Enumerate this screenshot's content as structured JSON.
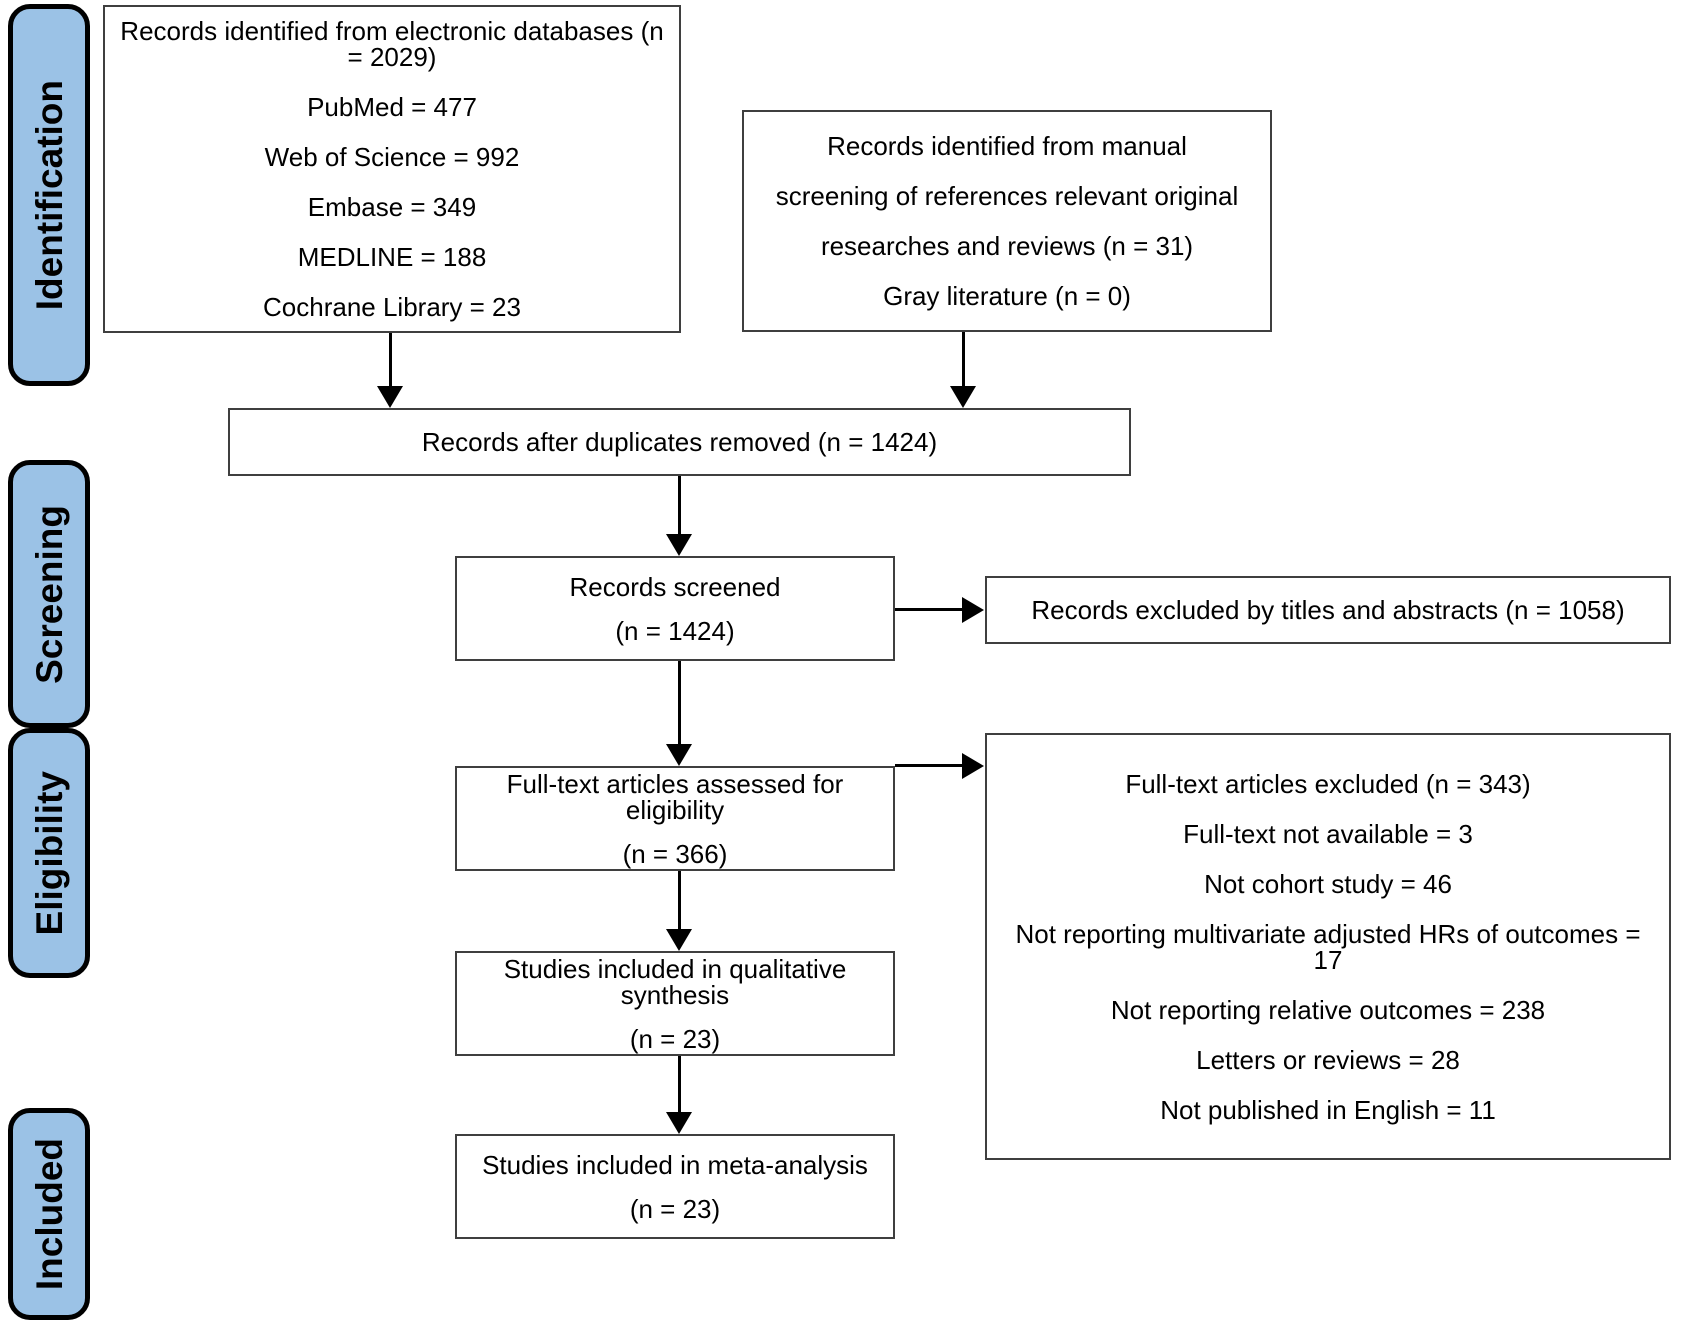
{
  "diagram": {
    "type": "prisma-flow-diagram",
    "stages": [
      {
        "id": "identification",
        "label": "Identification"
      },
      {
        "id": "screening",
        "label": "Screening"
      },
      {
        "id": "eligibility",
        "label": "Eligibility"
      },
      {
        "id": "included",
        "label": "Included"
      }
    ],
    "boxes": {
      "databases": {
        "lines": [
          "Records identified from electronic databases (n = 2029)",
          "PubMed = 477",
          "Web of Science = 992",
          "Embase = 349",
          "MEDLINE = 188",
          "Cochrane Library = 23"
        ]
      },
      "manual": {
        "lines": [
          "Records identified from manual",
          "screening of references relevant original",
          "researches and reviews (n = 31)",
          "Gray literature (n = 0)"
        ]
      },
      "duplicates": {
        "lines": [
          "Records after duplicates removed (n = 1424)"
        ]
      },
      "screened": {
        "lines": [
          "Records screened",
          "(n = 1424)"
        ]
      },
      "excluded_titles": {
        "lines": [
          "Records excluded by titles and abstracts (n = 1058)"
        ]
      },
      "fulltext_assessed": {
        "lines": [
          "Full-text articles assessed for eligibility",
          "(n = 366)"
        ]
      },
      "fulltext_excluded": {
        "lines": [
          "Full-text articles excluded (n = 343)",
          "Full-text not available = 3",
          "Not cohort study = 46",
          "Not reporting multivariate adjusted HRs of outcomes = 17",
          "Not reporting relative outcomes = 238",
          "Letters or reviews = 28",
          "Not published in English = 11"
        ]
      },
      "qualitative": {
        "lines": [
          "Studies included in qualitative synthesis",
          "(n = 23)"
        ]
      },
      "meta_analysis": {
        "lines": [
          "Studies included in meta-analysis",
          "(n = 23)"
        ]
      }
    },
    "colors": {
      "stage_fill": "#9BC2E6",
      "stage_border": "#000000",
      "box_border": "#3f3f3f",
      "connector": "#000000",
      "text": "#000000",
      "background": "#ffffff"
    }
  }
}
